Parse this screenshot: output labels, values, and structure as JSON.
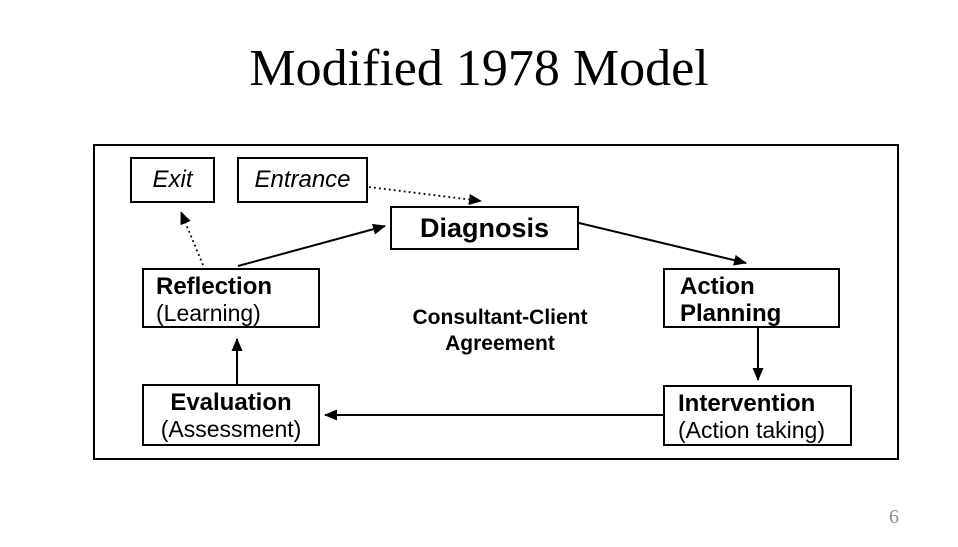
{
  "slide": {
    "title": "Modified 1978 Model",
    "page_number": "6"
  },
  "diagram": {
    "center_label": {
      "line1": "Consultant-Client",
      "line2": "Agreement"
    },
    "boxes": {
      "exit": {
        "label": "Exit"
      },
      "entrance": {
        "label": "Entrance"
      },
      "diagnosis": {
        "label": "Diagnosis"
      },
      "reflection": {
        "line1": "Reflection",
        "line2": "(Learning)"
      },
      "action_planning": {
        "line1": "Action",
        "line2": "Planning"
      },
      "evaluation": {
        "line1": "Evaluation",
        "line2": "(Assessment)"
      },
      "intervention": {
        "line1": "Intervention",
        "line2": "(Action taking)"
      }
    },
    "arrows": [
      {
        "from": "entrance",
        "to": "diagnosis",
        "style": "dotted"
      },
      {
        "from": "reflection",
        "to": "exit",
        "style": "dotted"
      },
      {
        "from": "reflection",
        "to": "diagnosis",
        "style": "solid"
      },
      {
        "from": "diagnosis",
        "to": "action_planning",
        "style": "solid"
      },
      {
        "from": "action_planning",
        "to": "intervention",
        "style": "solid"
      },
      {
        "from": "intervention",
        "to": "evaluation",
        "style": "solid"
      },
      {
        "from": "evaluation",
        "to": "reflection",
        "style": "solid"
      }
    ],
    "colors": {
      "box_border": "#000000",
      "box_fill": "#ffffff",
      "text": "#000000",
      "arrow": "#000000",
      "page_number": "#8c8c8c"
    }
  }
}
